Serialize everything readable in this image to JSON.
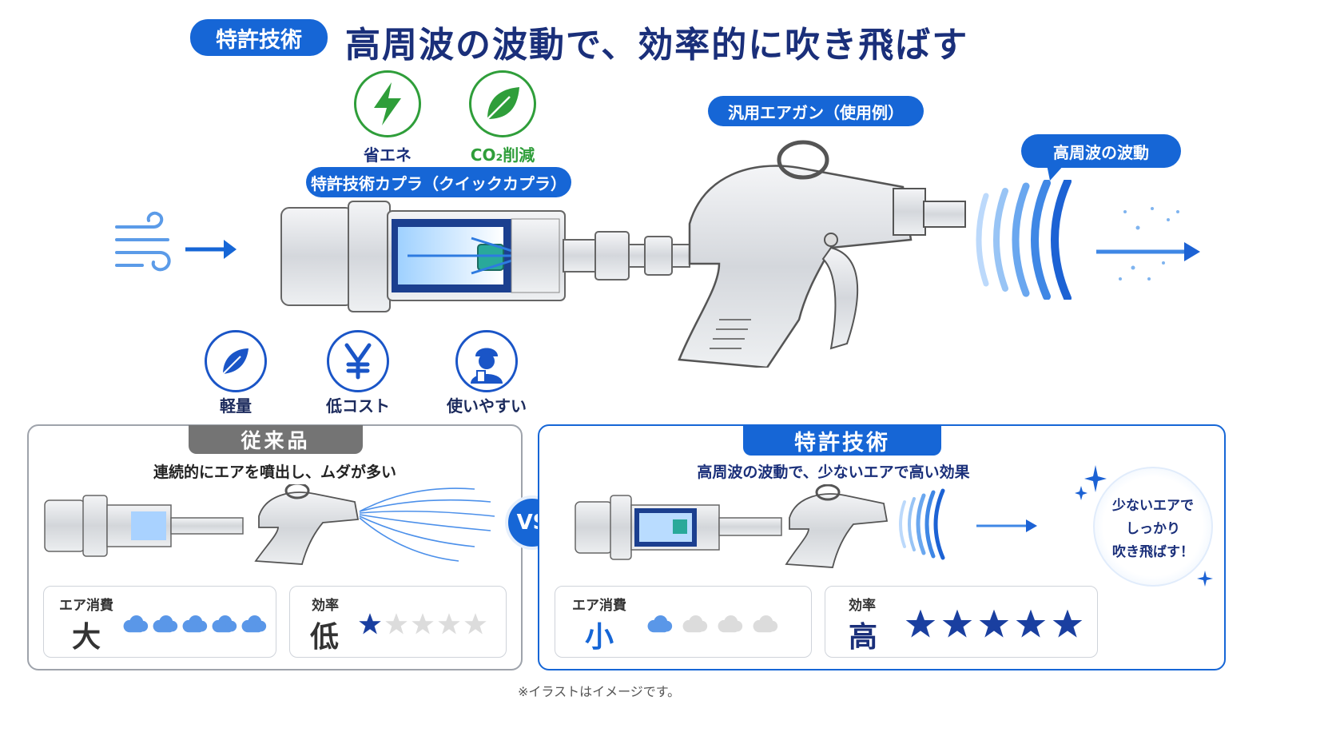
{
  "header": {
    "badge": "特許技術",
    "title": "高周波の波動で、効率的に吹き飛ばす"
  },
  "top_icons": {
    "energy_label": "省エネ",
    "co2_label": "CO₂削減"
  },
  "labels": {
    "coupler": "特許技術カプラ（クイックカプラ）",
    "airgun": "汎用エアガン（使用例）",
    "wave": "高周波の波動"
  },
  "features": [
    {
      "label": "軽量",
      "icon": "feather-icon"
    },
    {
      "label": "低コスト",
      "icon": "yen-icon"
    },
    {
      "label": "使いやすい",
      "icon": "worker-icon"
    }
  ],
  "left_panel": {
    "title": "従来品",
    "subtitle": "連続的にエアを噴出し、ムダが多い",
    "air_label": "エア消費",
    "air_value": "大",
    "air_level": 5,
    "eff_label": "効率",
    "eff_value": "低",
    "eff_stars": 1
  },
  "vs": "VS",
  "right_panel": {
    "title": "特許技術",
    "subtitle": "高周波の波動で、少ないエアで高い効果",
    "air_label": "エア消費",
    "air_value": "小",
    "air_level": 1,
    "eff_label": "効率",
    "eff_value": "高",
    "eff_stars": 5,
    "bubble_line1": "少ないエアで",
    "bubble_line2": "しっかり",
    "bubble_line3": "吹き飛ばす！"
  },
  "footnote": "※イラストはイメージです。",
  "colors": {
    "accent_blue": "#1666d6",
    "navy": "#1a2f7a",
    "green": "#2f9e3a",
    "gray_badge": "#777777"
  }
}
